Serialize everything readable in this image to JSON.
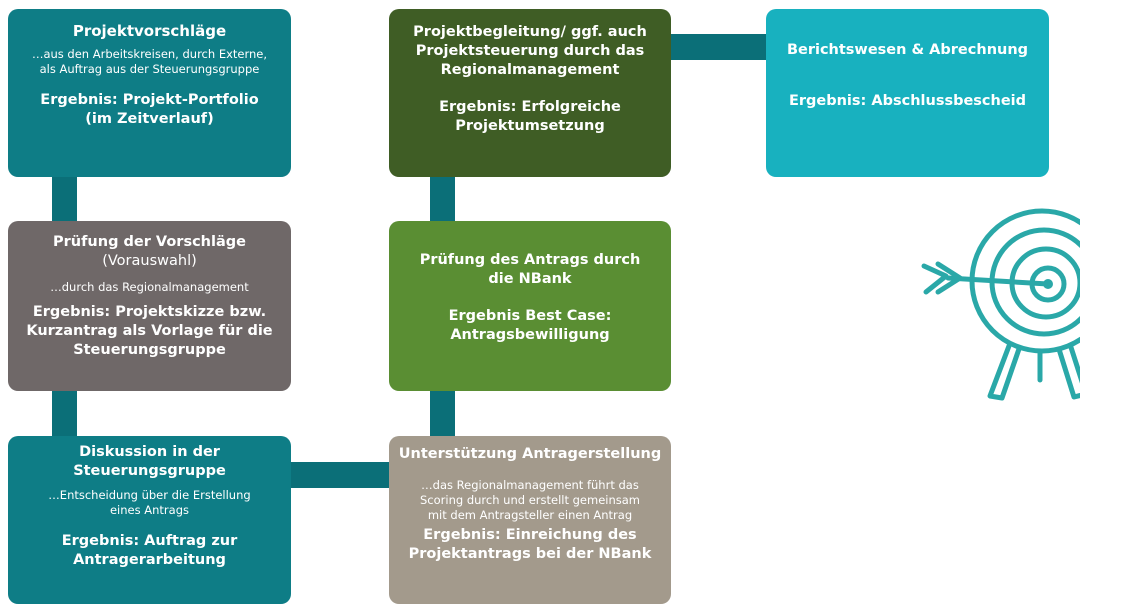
{
  "colors": {
    "teal_dark": "#0e7d86",
    "grey": "#6f6868",
    "green_dark": "#3f5d25",
    "green_mid": "#5a8e33",
    "taupe": "#a39a8c",
    "turquoise": "#18b1bf",
    "connector": "#0b6f78",
    "target_icon": "#2aa8a8"
  },
  "boxes": {
    "vorschlaege": {
      "title": "Projektvorschläge",
      "sub": "…aus den  Arbeitskreisen,  durch Externe,\nals Auftrag aus der Steuerungsgruppe",
      "result": "Ergebnis: Projekt-Portfolio\n(im Zeitverlauf)"
    },
    "pruefung": {
      "title": "Prüfung der Vorschläge",
      "title_note": "(Vorauswahl)",
      "sub": "…durch das Regionalmanagement",
      "result": "Ergebnis: Projektskizze bzw.\nKurzantrag als Vorlage für die\nSteuerungsgruppe"
    },
    "diskussion": {
      "title": "Diskussion in der\nSteuerungsgruppe",
      "sub": "…Entscheidung über die Erstellung\neines Antrags",
      "result": "Ergebnis: Auftrag zur\nAntragerarbeitung"
    },
    "unterstuetzung": {
      "title": "Unterstützung Antragerstellung",
      "sub": "…das Regionalmanagement führt das\nScoring durch und erstellt gemeinsam\nmit dem Antragsteller einen Antrag",
      "result": "Ergebnis: Einreichung des\nProjektantrags bei der NBank"
    },
    "nbank": {
      "title": "Prüfung des Antrags durch\ndie NBank",
      "result": "Ergebnis Best Case:\nAntragsbewilligung"
    },
    "begleitung": {
      "title": "Projektbegleitung/ ggf. auch\nProjektsteuerung durch das\nRegionalmanagement",
      "result": "Ergebnis: Erfolgreiche\nProjektumsetzung"
    },
    "bericht": {
      "title": "Berichtswesen & Abrechnung",
      "result": "Ergebnis: Abschlussbescheid"
    }
  },
  "icon": "target-with-arrow-icon"
}
